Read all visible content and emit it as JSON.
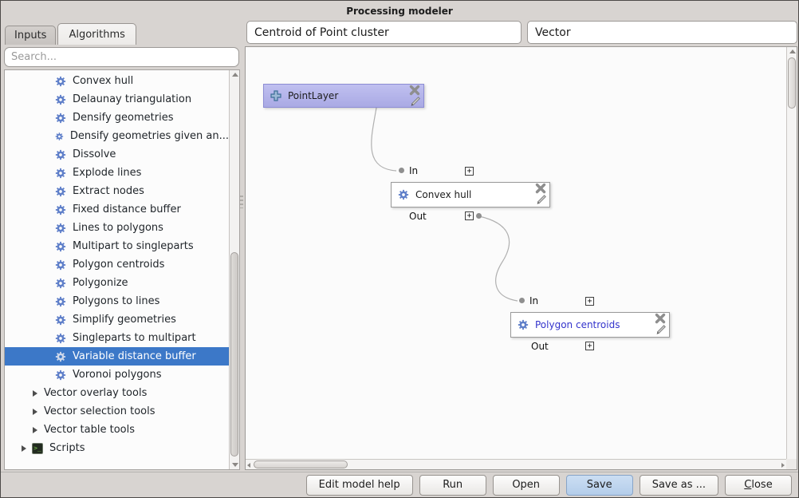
{
  "window": {
    "title": "Processing modeler"
  },
  "sidebar": {
    "tabs": [
      {
        "label": "Inputs",
        "active": false
      },
      {
        "label": "Algorithms",
        "active": true
      }
    ],
    "search_placeholder": "Search...",
    "tree": [
      {
        "label": "Convex hull",
        "type": "alg"
      },
      {
        "label": "Delaunay triangulation",
        "type": "alg"
      },
      {
        "label": "Densify geometries",
        "type": "alg"
      },
      {
        "label": "Densify geometries given an...",
        "type": "alg"
      },
      {
        "label": "Dissolve",
        "type": "alg"
      },
      {
        "label": "Explode lines",
        "type": "alg"
      },
      {
        "label": "Extract nodes",
        "type": "alg"
      },
      {
        "label": "Fixed distance buffer",
        "type": "alg"
      },
      {
        "label": "Lines to polygons",
        "type": "alg"
      },
      {
        "label": "Multipart to singleparts",
        "type": "alg"
      },
      {
        "label": "Polygon centroids",
        "type": "alg"
      },
      {
        "label": "Polygonize",
        "type": "alg"
      },
      {
        "label": "Polygons to lines",
        "type": "alg"
      },
      {
        "label": "Simplify geometries",
        "type": "alg"
      },
      {
        "label": "Singleparts to multipart",
        "type": "alg"
      },
      {
        "label": "Variable distance buffer",
        "type": "alg",
        "selected": true
      },
      {
        "label": "Voronoi polygons",
        "type": "alg"
      },
      {
        "label": "Vector overlay tools",
        "type": "group"
      },
      {
        "label": "Vector selection tools",
        "type": "group"
      },
      {
        "label": "Vector table tools",
        "type": "group"
      },
      {
        "label": "Scripts",
        "type": "scripts"
      }
    ]
  },
  "header": {
    "model_name": "Centroid of Point cluster",
    "model_group": "Vector"
  },
  "canvas": {
    "nodes": {
      "input": {
        "label": "PointLayer"
      },
      "alg1": {
        "label": "Convex hull",
        "in_label": "In",
        "out_label": "Out"
      },
      "alg2": {
        "label": "Polygon centroids",
        "in_label": "In",
        "out_label": "Out"
      }
    },
    "expander_glyph": "+"
  },
  "footer": {
    "buttons": [
      {
        "label": "Edit model help",
        "name": "edit-model-help-button"
      },
      {
        "label": "Run",
        "name": "run-button"
      },
      {
        "label": "Open",
        "name": "open-button"
      },
      {
        "label": "Save",
        "name": "save-button",
        "focused": true
      },
      {
        "label": "Save as ...",
        "name": "save-as-button"
      },
      {
        "label": "Close",
        "name": "close-button",
        "mnemonic": "C"
      }
    ]
  },
  "colors": {
    "selection": "#3c78c8",
    "node_input_fill": "#b1b1e8",
    "node_link_text": "#3333cc",
    "save_button_fill": "#b4cdea",
    "gear": "#5f7fc9",
    "wire": "#b0b0b0"
  }
}
